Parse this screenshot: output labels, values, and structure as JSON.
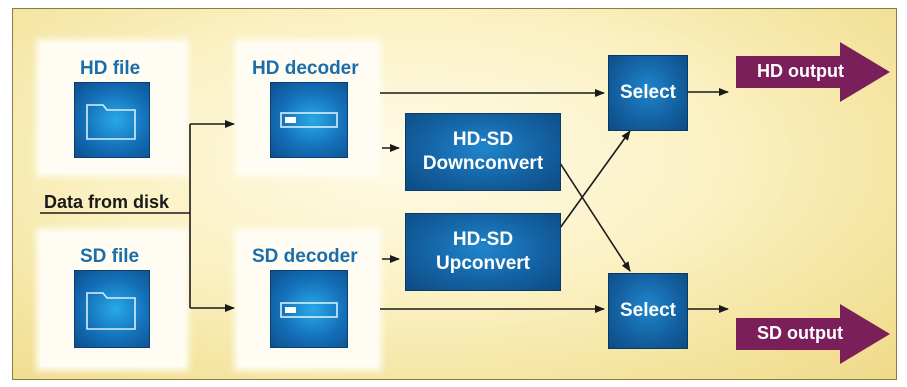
{
  "inputs": {
    "hd_file": "HD file",
    "sd_file": "SD file",
    "source_label": "Data from disk"
  },
  "decoders": {
    "hd": "HD decoder",
    "sd": "SD decoder"
  },
  "converters": {
    "downconvert": {
      "line1": "HD-SD",
      "line2": "Downconvert"
    },
    "upconvert": {
      "line1": "HD-SD",
      "line2": "Upconvert"
    }
  },
  "selectors": {
    "top": "Select",
    "bottom": "Select"
  },
  "outputs": {
    "hd": "HD output",
    "sd": "SD output"
  },
  "colors": {
    "box_blue": "#135f9f",
    "label_blue": "#1b6ea9",
    "output_purple": "#7a1f5a",
    "background": "#fbf1c3"
  },
  "icons": {
    "file": "folder-icon",
    "decoder": "decoder-device-icon"
  }
}
